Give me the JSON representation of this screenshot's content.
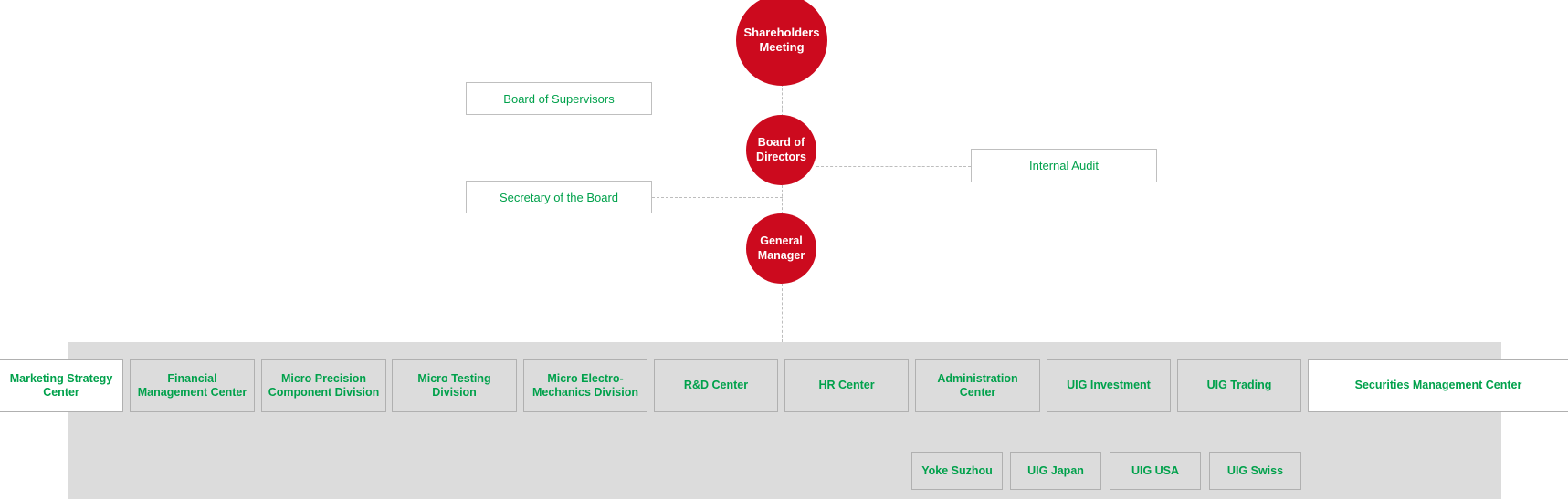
{
  "colors": {
    "accent_red": "#cc0a1e",
    "accent_green": "#00a14b",
    "band_gray": "#dcdcdc",
    "border_gray": "#bfbfbf",
    "connector_gray": "#bdbdbd"
  },
  "top_nodes": [
    {
      "id": "shareholders-meeting",
      "label": "Shareholders Meeting",
      "shape": "circle"
    },
    {
      "id": "board-of-directors",
      "label": "Board of Directors",
      "shape": "circle"
    },
    {
      "id": "general-manager",
      "label": "General Manager",
      "shape": "circle"
    }
  ],
  "side_nodes": [
    {
      "id": "board-of-supervisors",
      "label": "Board of Supervisors",
      "side": "left"
    },
    {
      "id": "secretary-of-the-board",
      "label": "Secretary of the Board",
      "side": "left"
    },
    {
      "id": "internal-audit",
      "label": "Internal Audit",
      "side": "right"
    }
  ],
  "divisions": [
    {
      "id": "marketing-strategy-center",
      "label": "Marketing Strategy Center"
    },
    {
      "id": "financial-management-center",
      "label": "Financial Management Center"
    },
    {
      "id": "micro-precision-component-division",
      "label": "Micro Precision Component Division"
    },
    {
      "id": "micro-testing-division",
      "label": "Micro Testing Division"
    },
    {
      "id": "micro-electro-mechanics-division",
      "label": "Micro Electro-Mechanics Division"
    },
    {
      "id": "rd-center",
      "label": "R&D Center"
    },
    {
      "id": "hr-center",
      "label": "HR Center"
    },
    {
      "id": "administration-center",
      "label": "Administration Center"
    },
    {
      "id": "uig-investment",
      "label": "UIG Investment"
    },
    {
      "id": "uig-trading",
      "label": "UIG Trading"
    },
    {
      "id": "securities-management-center",
      "label": "Securities Management Center"
    }
  ],
  "subsidiaries": [
    {
      "id": "yoke-suzhou",
      "label": "Yoke Suzhou"
    },
    {
      "id": "uig-japan",
      "label": "UIG Japan"
    },
    {
      "id": "uig-usa",
      "label": "UIG USA"
    },
    {
      "id": "uig-swiss",
      "label": "UIG Swiss"
    }
  ]
}
